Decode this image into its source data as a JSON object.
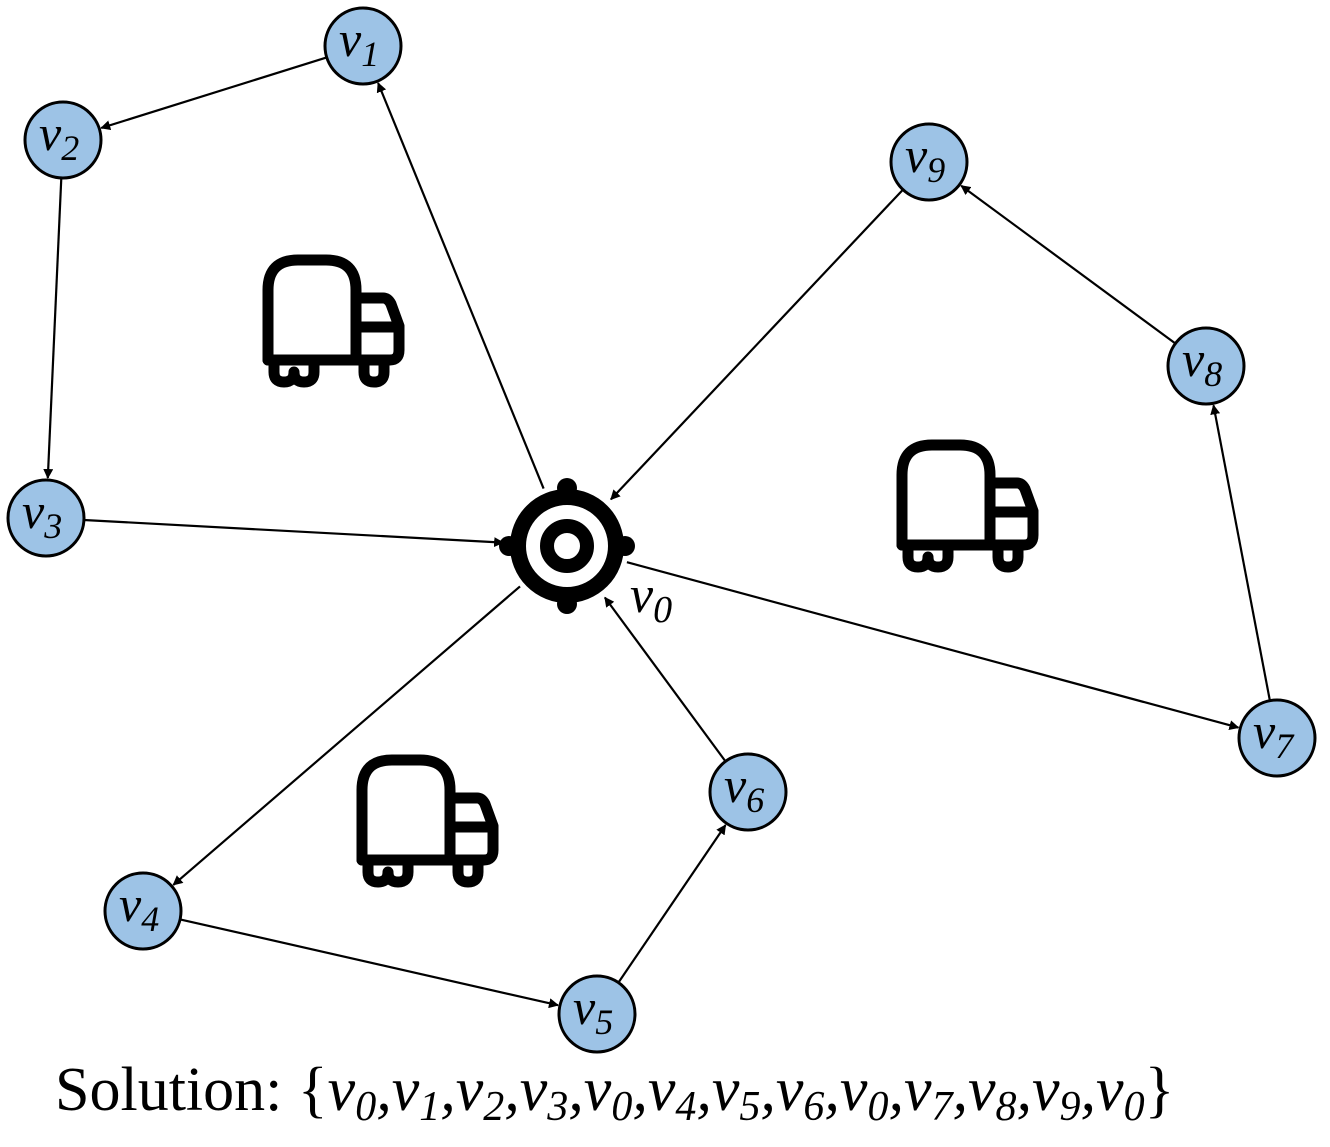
{
  "diagram": {
    "depot": {
      "id": "v0",
      "base": "v",
      "sub": "0"
    },
    "nodes": [
      {
        "id": "v1",
        "base": "v",
        "sub": "1"
      },
      {
        "id": "v2",
        "base": "v",
        "sub": "2"
      },
      {
        "id": "v3",
        "base": "v",
        "sub": "3"
      },
      {
        "id": "v4",
        "base": "v",
        "sub": "4"
      },
      {
        "id": "v5",
        "base": "v",
        "sub": "5"
      },
      {
        "id": "v6",
        "base": "v",
        "sub": "6"
      },
      {
        "id": "v7",
        "base": "v",
        "sub": "7"
      },
      {
        "id": "v8",
        "base": "v",
        "sub": "8"
      },
      {
        "id": "v9",
        "base": "v",
        "sub": "9"
      }
    ],
    "routes": [
      [
        "v0",
        "v1",
        "v2",
        "v3",
        "v0"
      ],
      [
        "v0",
        "v4",
        "v5",
        "v6",
        "v0"
      ],
      [
        "v0",
        "v7",
        "v8",
        "v9",
        "v0"
      ]
    ],
    "vehicles": [
      {
        "icon": "truck-icon"
      },
      {
        "icon": "truck-icon"
      },
      {
        "icon": "truck-icon"
      }
    ],
    "node_color": "#9dc3e6"
  },
  "solution": {
    "label": "Solution:",
    "open_brace": "{",
    "close_brace": "}",
    "sequence": [
      "v0",
      "v1",
      "v2",
      "v3",
      "v0",
      "v4",
      "v5",
      "v6",
      "v0",
      "v7",
      "v8",
      "v9",
      "v0"
    ]
  }
}
